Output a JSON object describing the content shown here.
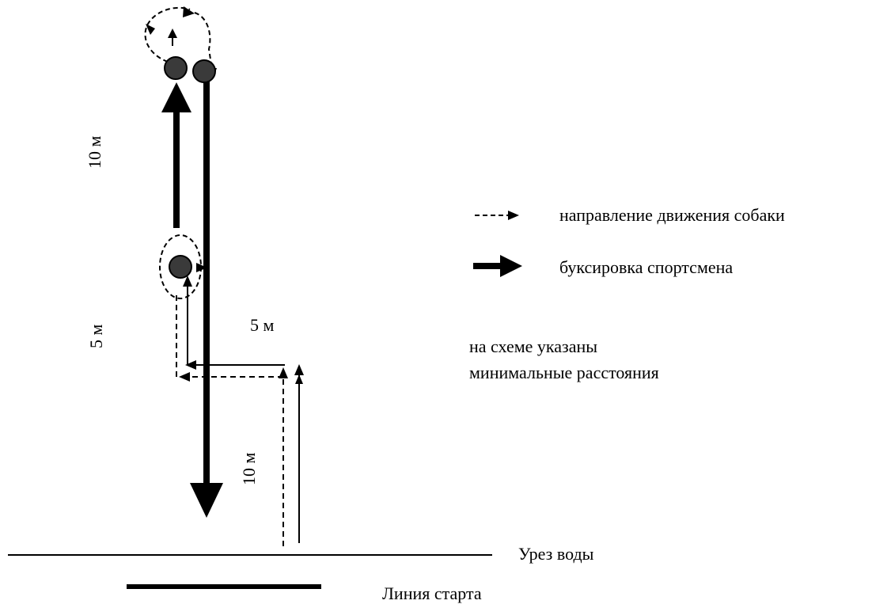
{
  "labels": {
    "dist_top": "10 м",
    "dist_mid_left": "5 м",
    "dist_mid_right": "5 м",
    "dist_bottom": "10 м",
    "shoreline": "Урез воды",
    "start_line": "Линия старта"
  },
  "legend": {
    "dog_path": "направление движения собаки",
    "towing": "буксировка спортсмена"
  },
  "note": {
    "line1": "на схеме указаны",
    "line2": "минимальные расстояния"
  },
  "colors": {
    "line": "#000000",
    "buoy": "#3a3a3a",
    "background": "#ffffff"
  }
}
